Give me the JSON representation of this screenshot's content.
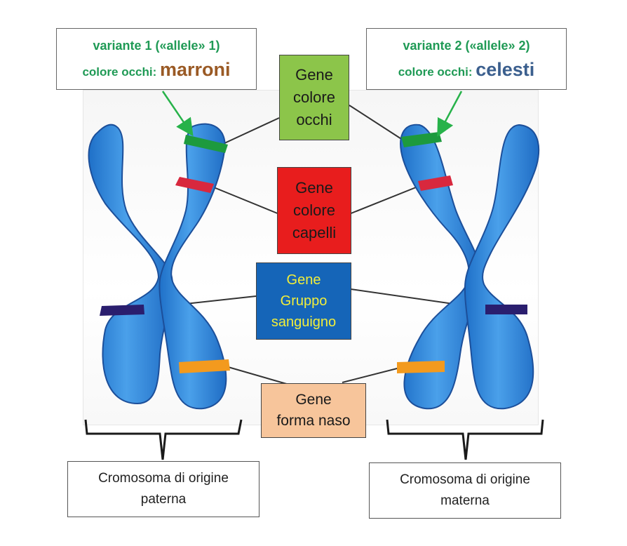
{
  "callouts": {
    "left": {
      "variant": "variante 1 («allele» 1)",
      "prefix": "colore occhi:",
      "value": "marroni",
      "value_color": "#9a5a25"
    },
    "right": {
      "variant": "variante 2 («allele» 2)",
      "prefix": "colore occhi:",
      "value": "celesti",
      "value_color": "#3b5f8e"
    }
  },
  "genes": [
    {
      "lines": [
        "Gene",
        "colore",
        "occhi"
      ],
      "fill": "#8cc54a",
      "text_color": "#1a1a1a",
      "band_color": "#1d9a3e"
    },
    {
      "lines": [
        "Gene",
        "colore",
        "capelli"
      ],
      "fill": "#e81d1d",
      "text_color": "#1a1a1a",
      "band_color": "#d8283e"
    },
    {
      "lines": [
        "Gene",
        "Gruppo",
        "sanguigno"
      ],
      "fill": "#1565b8",
      "text_color": "#f2ee3a",
      "band_color": "#2a1e6e"
    },
    {
      "lines": [
        "Gene",
        "forma naso"
      ],
      "fill": "#f7c59b",
      "text_color": "#1a1a1a",
      "band_color": "#f39a1e"
    }
  ],
  "captions": {
    "left": [
      "Cromosoma di origine",
      "paterna"
    ],
    "right": [
      "Cromosoma di origine",
      "materna"
    ]
  },
  "colors": {
    "chromosome": "#2f86db",
    "chromosome_light": "#58a8ee",
    "chromosome_outline": "#1c4f9a",
    "arrow": "#27b24a"
  }
}
